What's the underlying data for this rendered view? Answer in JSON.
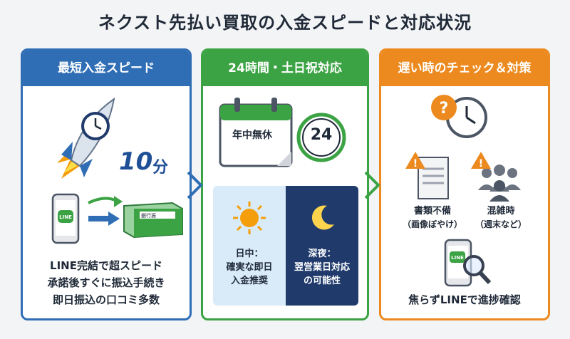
{
  "title": "ネクスト先払い買取の入金スピードと対応状況",
  "panel1": {
    "header": "最短入金スピード",
    "speed_value": "10",
    "speed_unit": "分",
    "bank_label": "銀行振",
    "lines": [
      "LINE完結で超スピード",
      "承諾後すぐに振込手続き",
      "即日振込の口コミ多数"
    ]
  },
  "panel2": {
    "header": "24時間・土日祝対応",
    "calendar_label": "年中無休",
    "clock_label": "24",
    "day_title": "日中：",
    "day_lines": [
      "確実な即日",
      "入金推奨"
    ],
    "night_title": "深夜：",
    "night_lines": [
      "翌営業日対応",
      "の可能性"
    ]
  },
  "panel3": {
    "header": "遅い時のチェック＆対策",
    "item1_title": "書類不備",
    "item1_sub": "（画像ぼやけ）",
    "item2_title": "混雑時",
    "item2_sub": "（週末など）",
    "bottom_line": "焦らずLINEで進捗確認"
  },
  "colors": {
    "blue": "#2f6db5",
    "green": "#3ba343",
    "orange": "#ec8a1f",
    "night": "#1f3a6b",
    "day": "#d9ebf8"
  },
  "icons": [
    "rocket-icon",
    "clock-icon",
    "phone-line-icon",
    "transfer-arrow-icon",
    "bankbook-icon",
    "calendar-icon",
    "sun-icon",
    "moon-icon",
    "question-clock-icon",
    "warning-document-icon",
    "warning-crowd-icon",
    "magnifier-phone-icon"
  ]
}
